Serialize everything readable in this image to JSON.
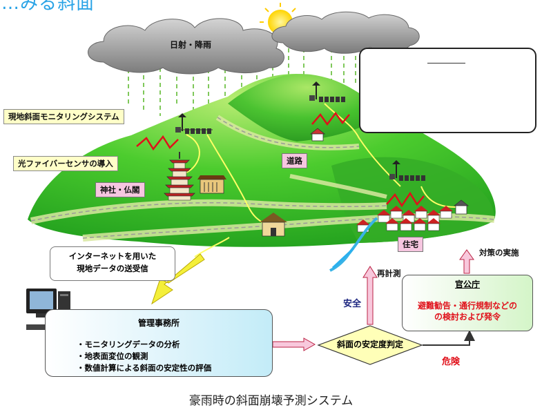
{
  "header": {
    "title": "…みる斜面"
  },
  "cloud_label": "日射・降雨",
  "labels": {
    "monitoring": "現地斜面モニタリングシステム",
    "fiber": "光ファイバーセンサの導入",
    "shrine": "神社・仏閣",
    "road": "道路",
    "house": "住宅"
  },
  "internet": {
    "line1": "インターネットを用いた",
    "line2": "現地データの送受信"
  },
  "office": {
    "title": "管理事務所",
    "items": [
      "・モニタリングデータの分析",
      "・地表面変位の観測",
      "・数値計算による斜面の安定性の評価"
    ]
  },
  "decision": {
    "label": "斜面の安定度判定",
    "safe": "安全",
    "danger": "危険",
    "remeasure": "再計測"
  },
  "government": {
    "title": "官公庁",
    "line1": "避難勧告・通行規制などの",
    "line2": "の検討および発令",
    "action": "対策の実施"
  },
  "caption": "豪雨時の斜面崩壊予測システム",
  "colors": {
    "title": "#29a3e6",
    "danger": "#e0101a",
    "safe": "#1a237e",
    "hill": "#3cbf2a"
  }
}
